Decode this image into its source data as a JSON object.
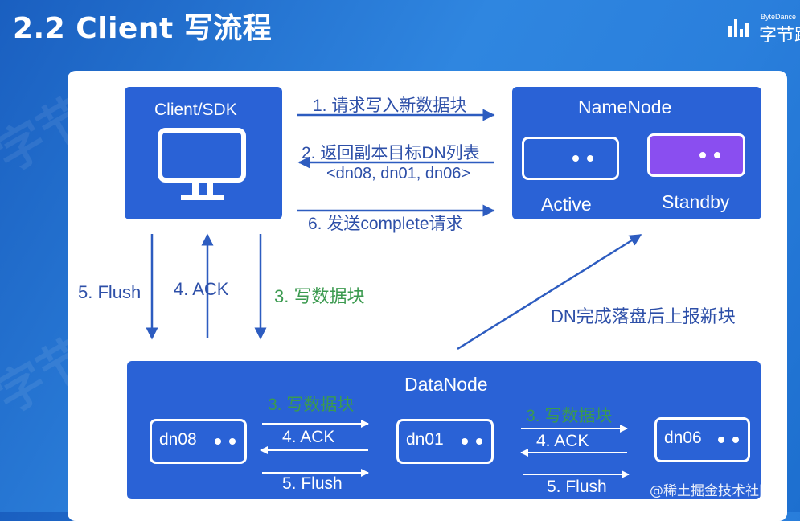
{
  "slide": {
    "title": "2.2 Client 写流程"
  },
  "logo": {
    "brand_small": "ByteDance",
    "brand_big": "字节跳"
  },
  "client": {
    "label": "Client/SDK"
  },
  "namenode": {
    "label": "NameNode",
    "active": "Active",
    "standby": "Standby"
  },
  "datanode": {
    "label": "DataNode",
    "nodes": [
      "dn08",
      "dn01",
      "dn06"
    ]
  },
  "steps": {
    "s1": "1. 请求写入新数据块",
    "s2": "2. 返回副本目标DN列表",
    "s2_list": "<dn08, dn01, dn06>",
    "s6": "6. 发送complete请求",
    "flush": "5. Flush",
    "ack": "4. ACK",
    "write": "3. 写数据块",
    "report": "DN完成落盘后上报新块"
  },
  "footer": {
    "watermark": "@稀土掘金技术社区"
  },
  "colors": {
    "box": "#2a62d6",
    "standby": "#8a4ef0",
    "arrow": "#2d5cc0",
    "green": "#3b9a4f"
  }
}
